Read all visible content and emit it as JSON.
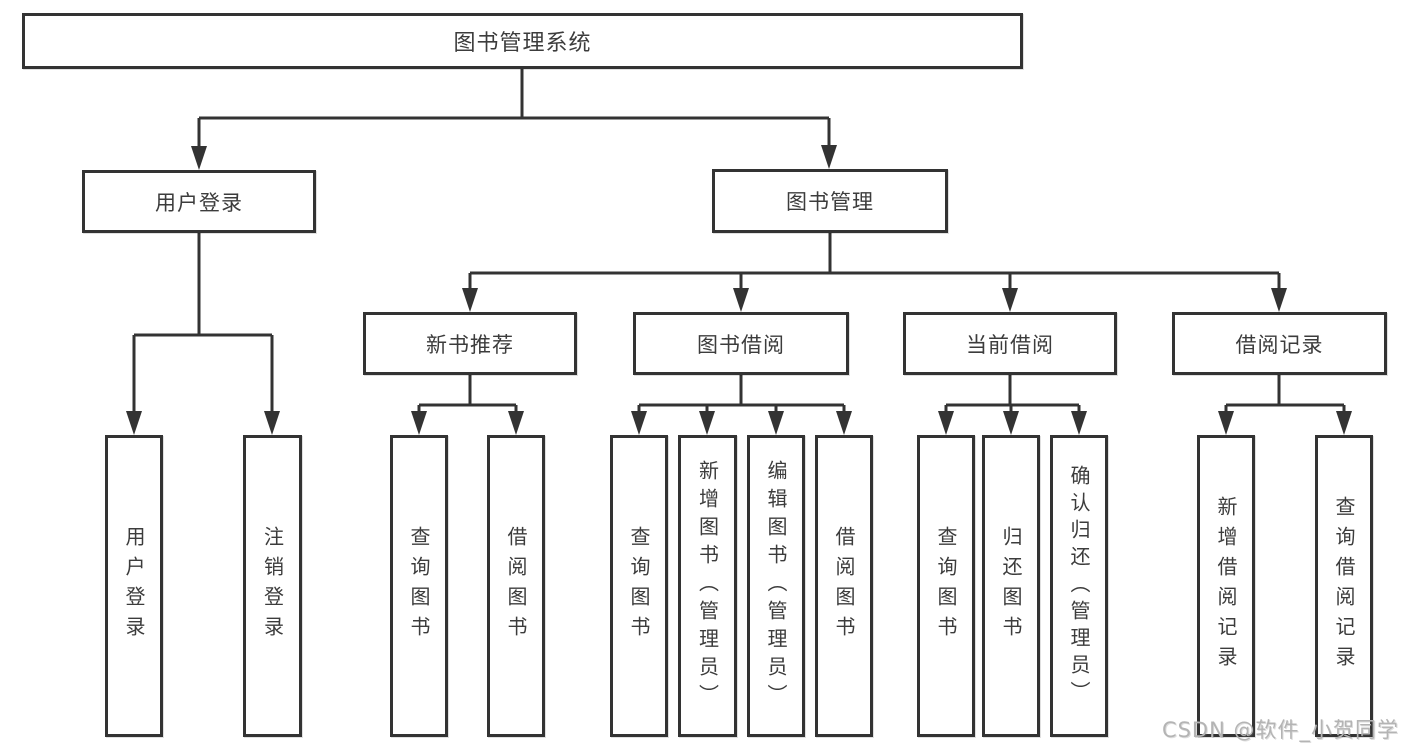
{
  "diagram_title": "图书管理系统",
  "tree": {
    "label": "图书管理系统",
    "children": [
      {
        "label": "用户登录",
        "children": [
          {
            "label": "用户登录"
          },
          {
            "label": "注销登录"
          }
        ]
      },
      {
        "label": "图书管理",
        "children": [
          {
            "label": "新书推荐",
            "children": [
              {
                "label": "查询图书"
              },
              {
                "label": "借阅图书"
              }
            ]
          },
          {
            "label": "图书借阅",
            "children": [
              {
                "label": "查询图书"
              },
              {
                "label": "新增图书（管理员）"
              },
              {
                "label": "编辑图书（管理员）"
              },
              {
                "label": "借阅图书"
              }
            ]
          },
          {
            "label": "当前借阅",
            "children": [
              {
                "label": "查询图书"
              },
              {
                "label": "归还图书"
              },
              {
                "label": "确认归还（管理员）"
              }
            ]
          },
          {
            "label": "借阅记录",
            "children": [
              {
                "label": "新增借阅记录"
              },
              {
                "label": "查询借阅记录"
              }
            ]
          }
        ]
      }
    ]
  },
  "watermark": "CSDN @软件_小贺同学",
  "colors": {
    "line": "#333333",
    "box_border": "#333333",
    "text": "#3c3c3c",
    "watermark": "#b4b4b4",
    "background": "#ffffff"
  }
}
